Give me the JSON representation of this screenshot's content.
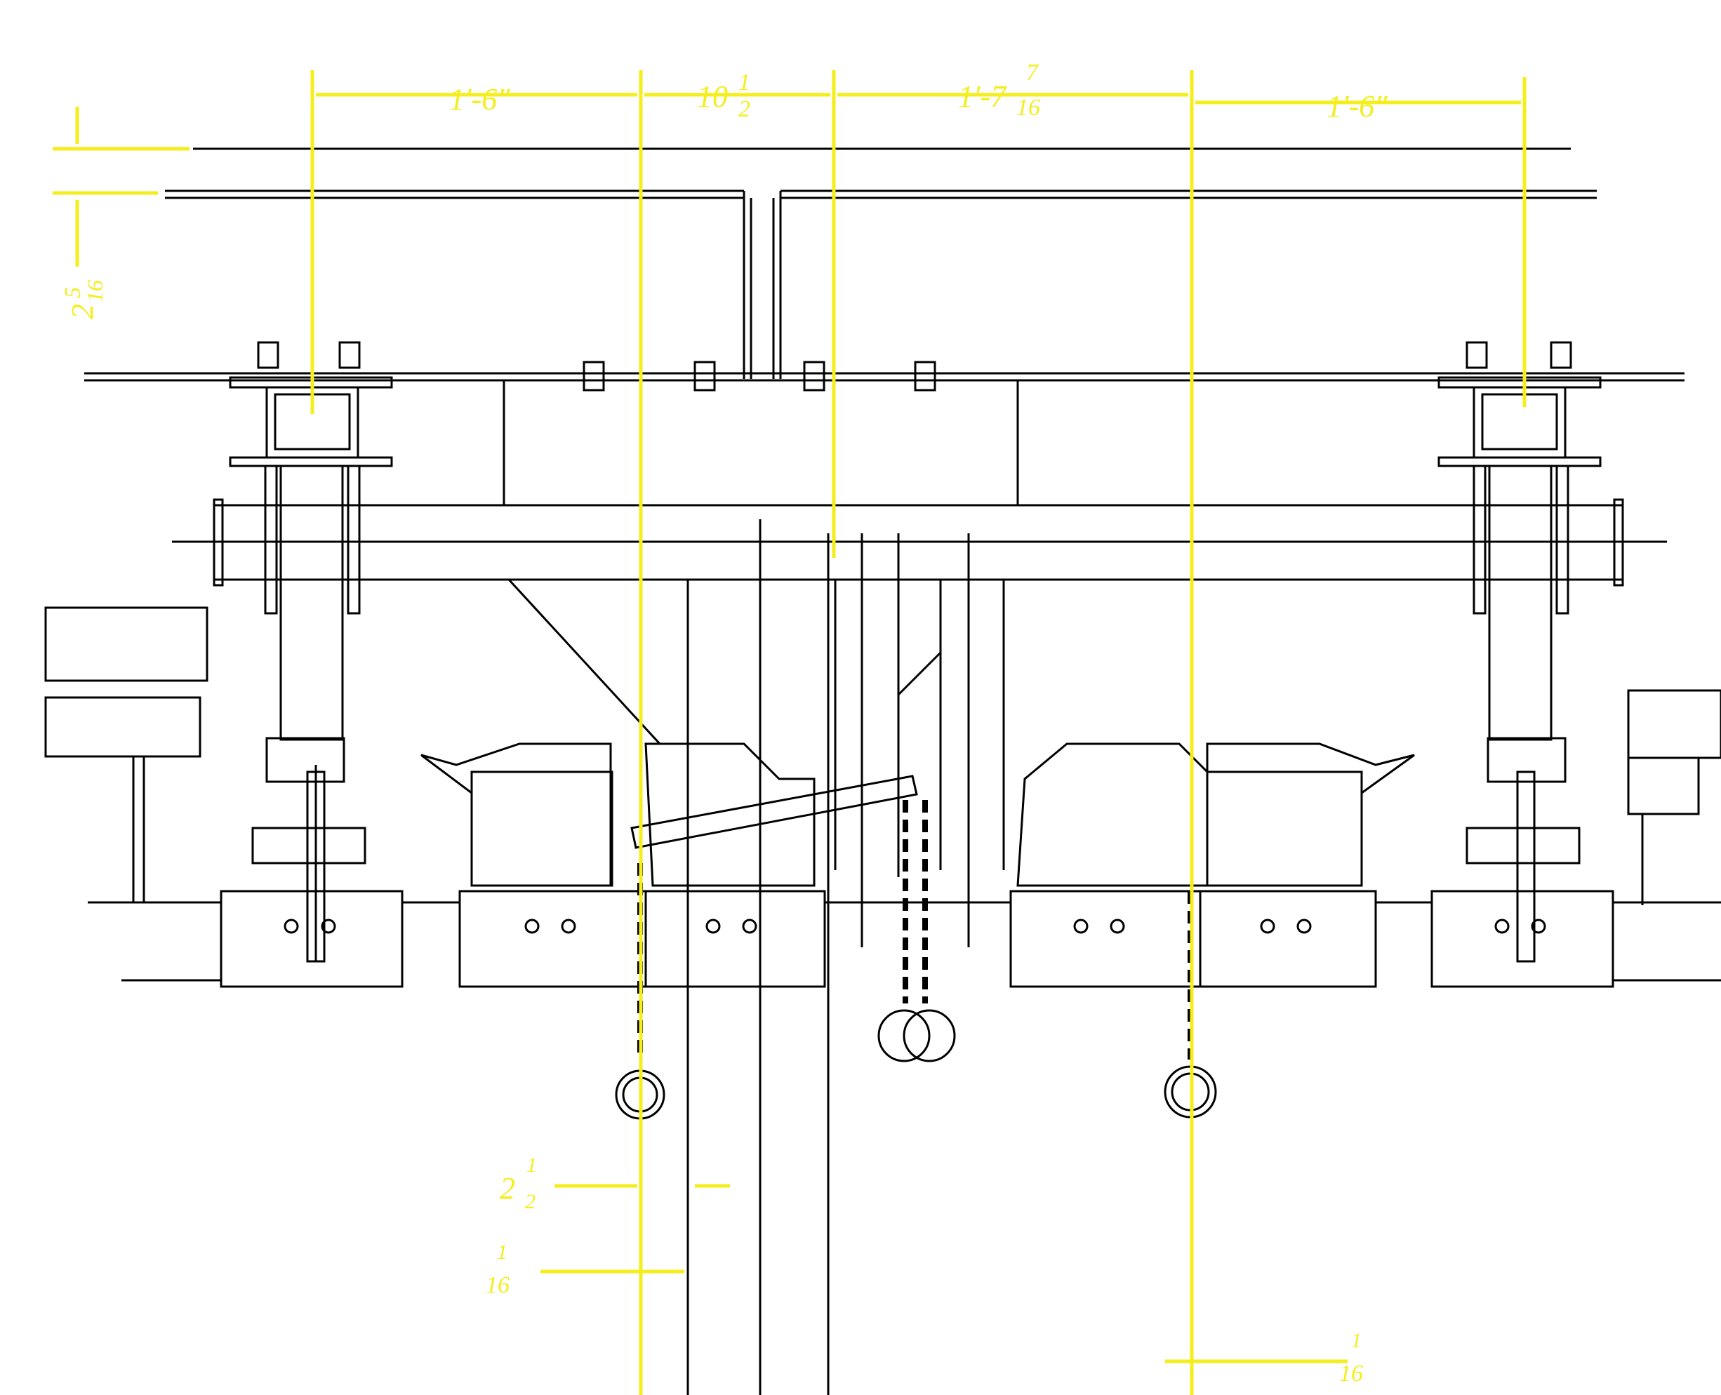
{
  "colors": {
    "ink": "#000000",
    "dimension": "#f4ee1c",
    "background": "#ffffff"
  },
  "dimensions": {
    "top_1": "1′-6″",
    "top_2_whole": "10",
    "top_2_num": "1",
    "top_2_den": "2",
    "top_3_whole": "1′-7",
    "top_3_num": "7",
    "top_3_den": "16",
    "top_4": "1′-6″",
    "left_whole": "2",
    "left_num": "5",
    "left_den": "16",
    "bottom_a_whole": "2",
    "bottom_a_num": "1",
    "bottom_a_den": "2",
    "bottom_b_num": "1",
    "bottom_b_den": "16",
    "bottom_c_num": "1",
    "bottom_c_den": "16"
  }
}
